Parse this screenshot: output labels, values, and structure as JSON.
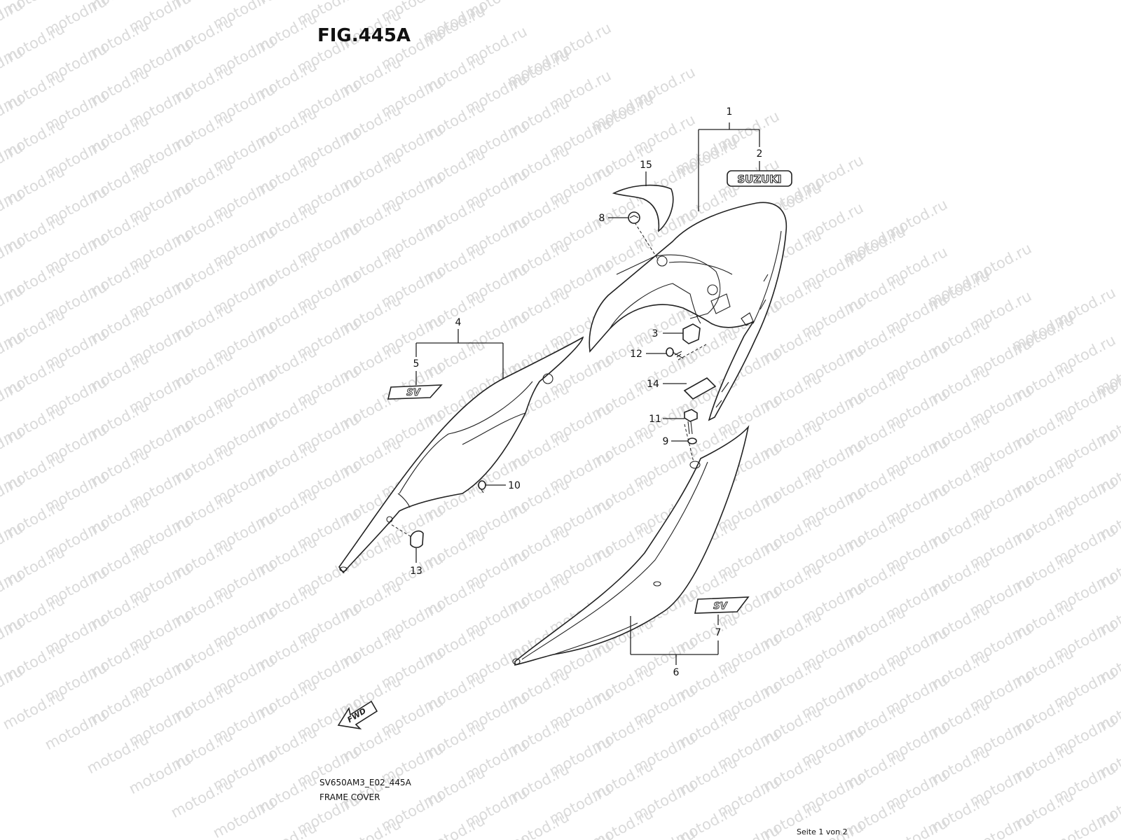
{
  "figure": {
    "title": "FIG.445A",
    "code": "SV650AM3_E02_445A",
    "caption": "FRAME COVER",
    "page": "Seite 1 von 2"
  },
  "watermark": "motod.ru",
  "fwd_label": "FWD",
  "emblems": {
    "suzuki": "SUZUKI",
    "sv": "SV"
  },
  "callouts": [
    "1",
    "2",
    "3",
    "4",
    "5",
    "6",
    "7",
    "8",
    "9",
    "10",
    "11",
    "12",
    "13",
    "14",
    "15"
  ]
}
